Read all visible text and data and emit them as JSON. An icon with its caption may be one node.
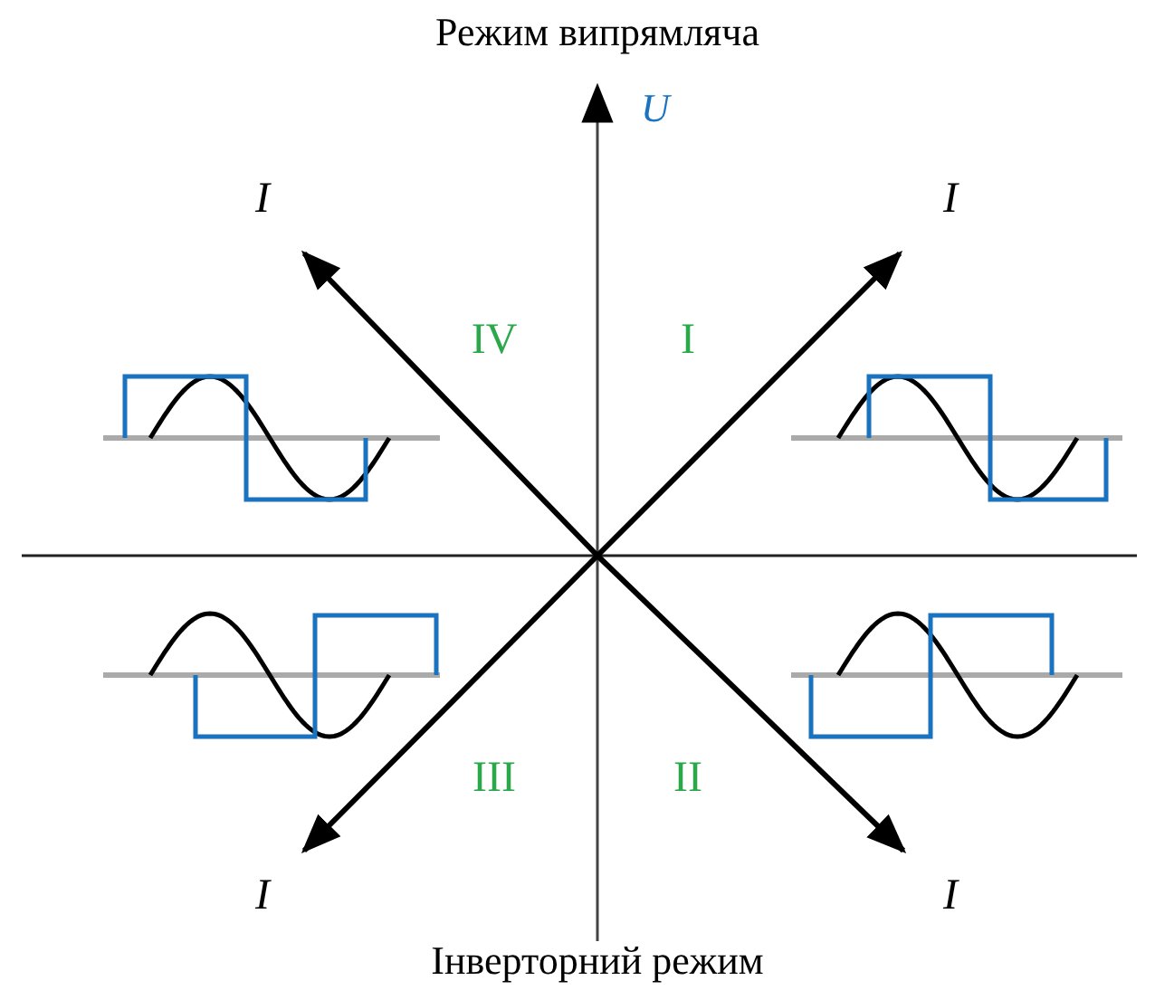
{
  "diagram": {
    "labels": [
      "Режим випрямляча",
      "U",
      "I",
      "I",
      "IV",
      "I",
      "III",
      "II",
      "I",
      "I",
      "Інверторний режим"
    ]
  }
}
